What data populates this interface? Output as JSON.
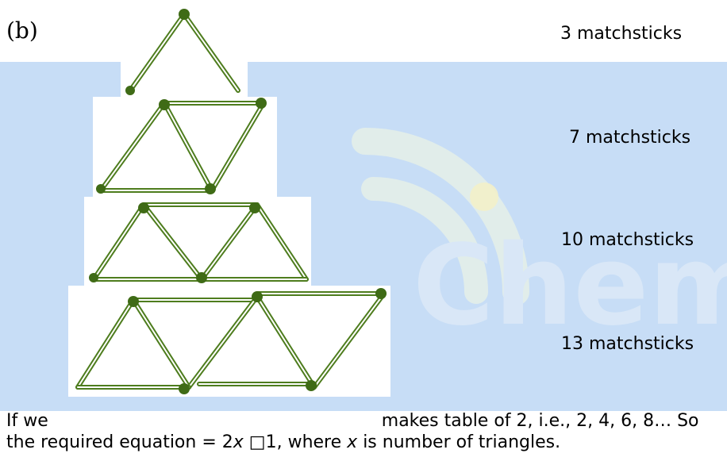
{
  "label": "(b)",
  "counts": [
    "3 matchsticks",
    "7 matchsticks",
    "10 matchsticks",
    "13 matchsticks"
  ],
  "paragraph": {
    "visible_start": "If we",
    "visible_end": "makes table of 2, i.e., 2, 4, 6, 8… So the required equation = 2",
    "var1": "x",
    "op": "□1",
    "mid": ", where",
    "var2": "x",
    "end": "is number of triangles."
  },
  "watermark_text": "Chem"
}
